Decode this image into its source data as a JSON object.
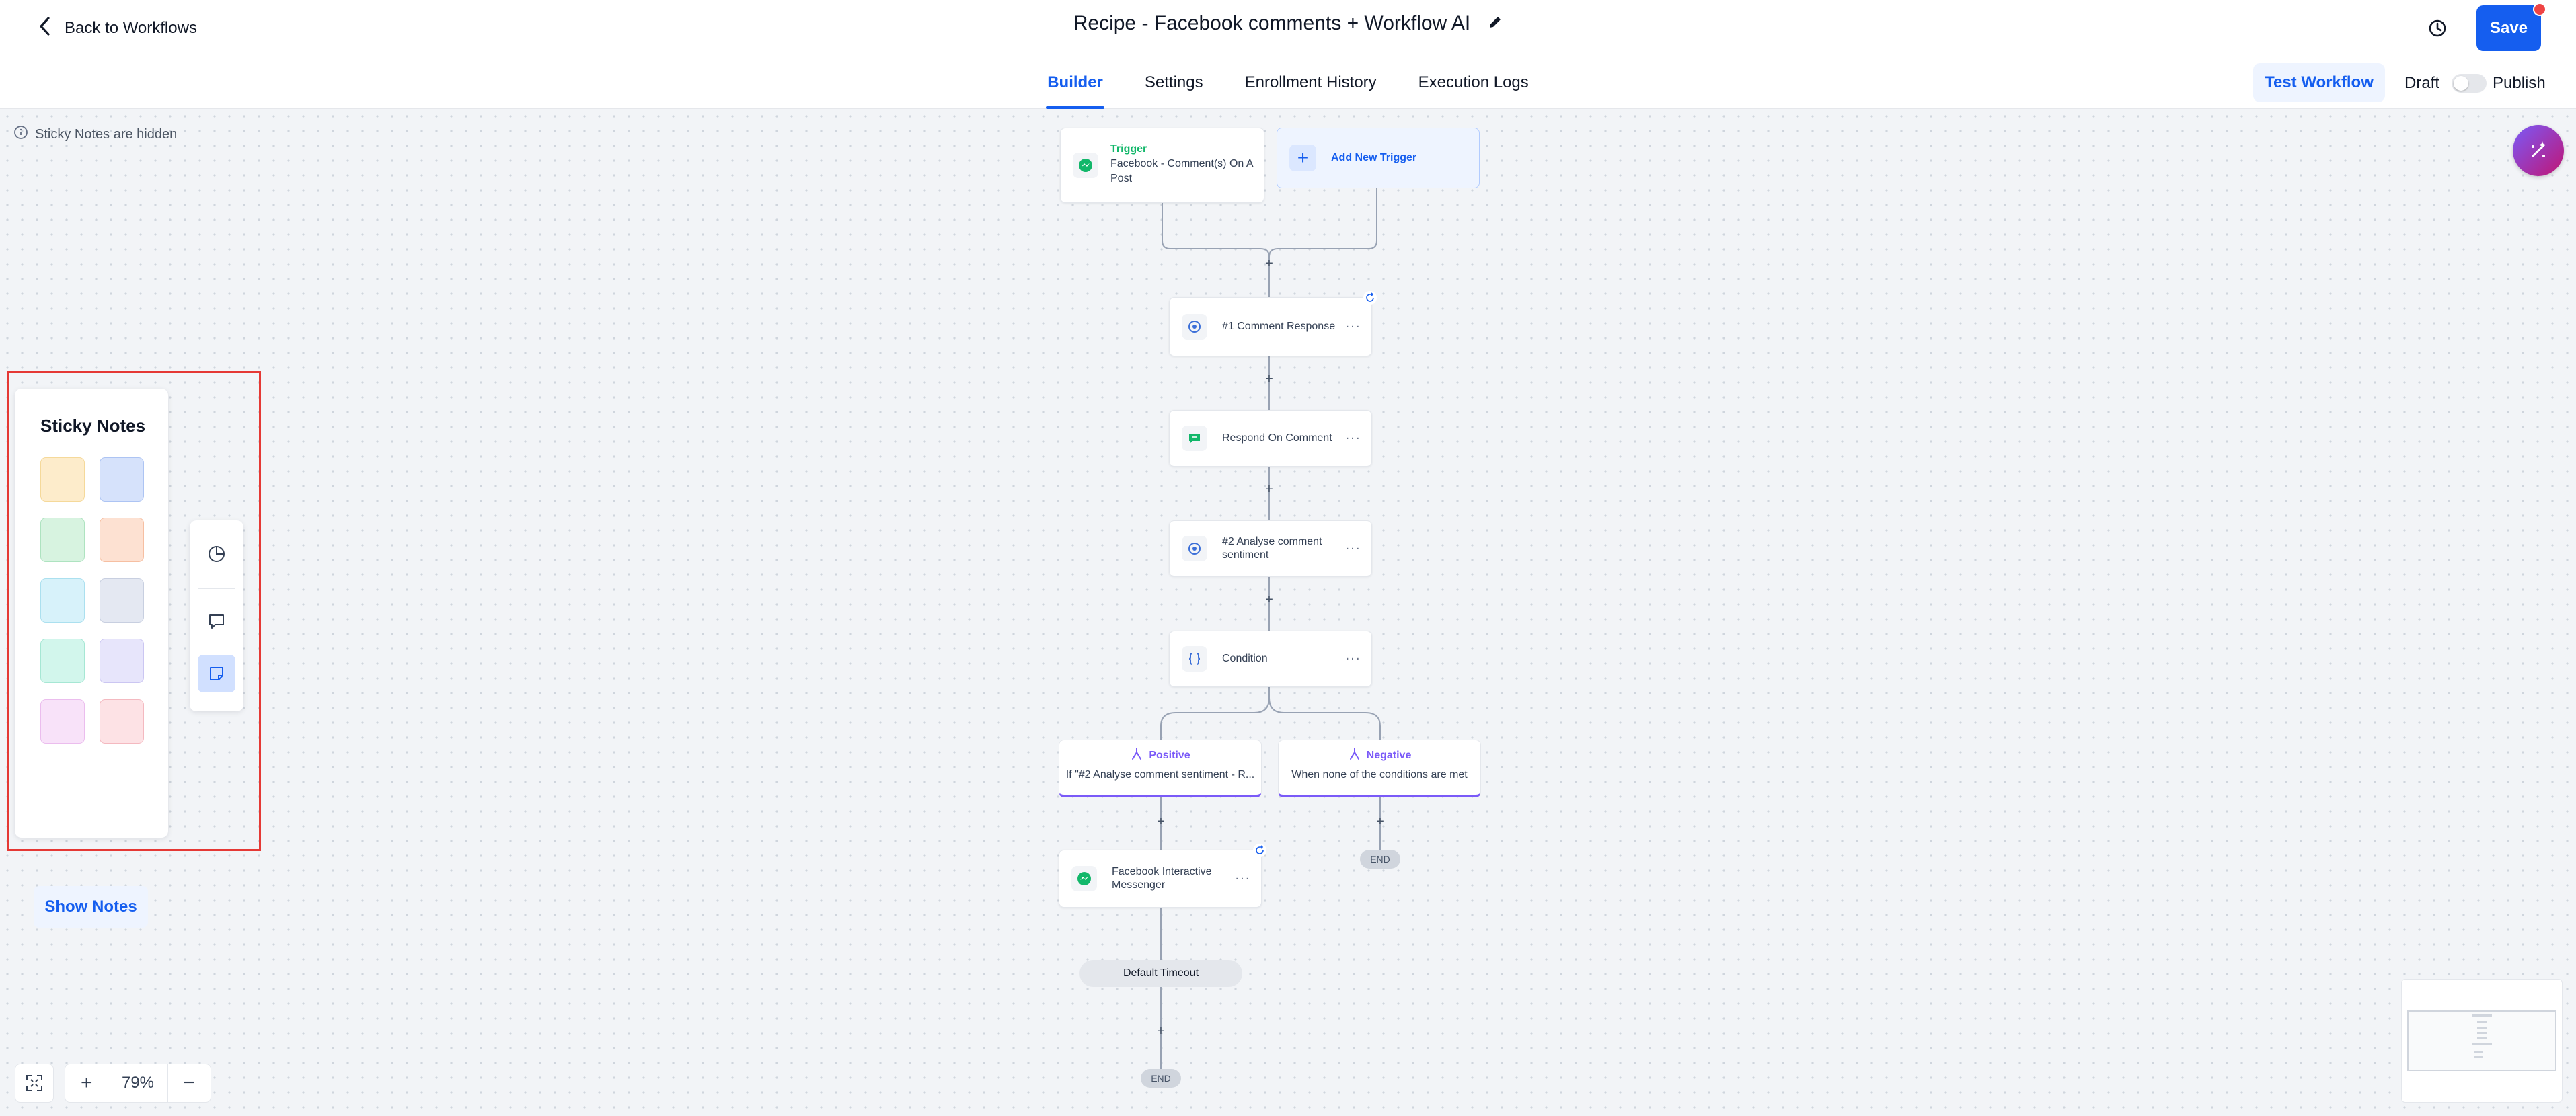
{
  "header": {
    "back_label": "Back to Workflows",
    "title": "Recipe - Facebook comments + Workflow AI",
    "save_label": "Save"
  },
  "tabs": [
    {
      "label": "Builder",
      "active": true
    },
    {
      "label": "Settings",
      "active": false
    },
    {
      "label": "Enrollment History",
      "active": false
    },
    {
      "label": "Execution Logs",
      "active": false
    }
  ],
  "actions": {
    "test_label": "Test Workflow",
    "draft_label": "Draft",
    "publish_label": "Publish",
    "published": false
  },
  "canvas": {
    "sticky_hidden_label": "Sticky Notes are hidden",
    "trigger": {
      "kind_label": "Trigger",
      "name": "Facebook - Comment(s) On A Post"
    },
    "add_trigger_label": "Add New Trigger",
    "steps": [
      {
        "label": "#1 Comment Response",
        "icon": "ai-icon"
      },
      {
        "label": "Respond On Comment",
        "icon": "message-icon"
      },
      {
        "label": "#2 Analyse comment sentiment",
        "icon": "ai-icon"
      },
      {
        "label": "Condition",
        "icon": "braces-icon"
      }
    ],
    "branches": [
      {
        "name": "Positive",
        "description": "If \"#2 Analyse comment sentiment - R..."
      },
      {
        "name": "Negative",
        "description": "When none of the conditions are met"
      }
    ],
    "branch_step": {
      "label": "Facebook Interactive Messenger",
      "icon": "messenger-icon"
    },
    "timeout_label": "Default Timeout",
    "end_label": "END",
    "more_glyph": "···",
    "plus_glyph": "+"
  },
  "sticky_panel": {
    "title": "Sticky Notes",
    "swatches": [
      "#fdeccb",
      "#d6e2fb",
      "#d7f3e0",
      "#fde1d2",
      "#d7f2fa",
      "#e4e8f2",
      "#d2f6ec",
      "#e7e5fb",
      "#f8e2f9",
      "#fde2e5"
    ],
    "show_notes_label": "Show Notes"
  },
  "zoom": {
    "value": "79%",
    "plus": "+",
    "minus": "−"
  },
  "colors": {
    "primary": "#155eef",
    "branch_accent": "#7a5af8",
    "trigger_green": "#12b76a",
    "highlight": "#e53935"
  }
}
